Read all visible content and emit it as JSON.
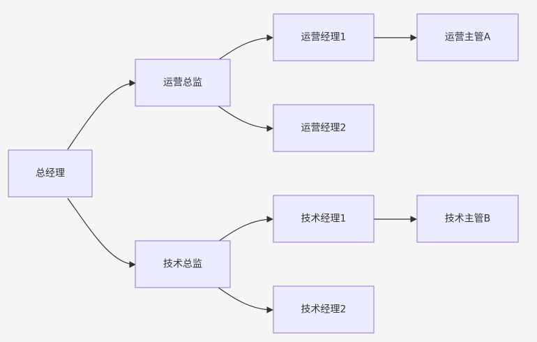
{
  "diagram": {
    "type": "org-chart",
    "direction": "left-to-right",
    "colors": {
      "background": "#f5f5f5",
      "node_fill": "#ececff",
      "node_border": "#9370db",
      "edge": "#333333",
      "text": "#333333"
    },
    "nodes": {
      "gm": {
        "label": "总经理"
      },
      "ops_director": {
        "label": "运营总监"
      },
      "tech_director": {
        "label": "技术总监"
      },
      "ops_manager_1": {
        "label": "运营经理1"
      },
      "ops_manager_2": {
        "label": "运营经理2"
      },
      "tech_manager_1": {
        "label": "技术经理1"
      },
      "tech_manager_2": {
        "label": "技术经理2"
      },
      "ops_supervisor_a": {
        "label": "运营主管A"
      },
      "tech_supervisor_b": {
        "label": "技术主管B"
      }
    },
    "edges": [
      {
        "from": "gm",
        "to": "ops_director"
      },
      {
        "from": "gm",
        "to": "tech_director"
      },
      {
        "from": "ops_director",
        "to": "ops_manager_1"
      },
      {
        "from": "ops_director",
        "to": "ops_manager_2"
      },
      {
        "from": "tech_director",
        "to": "tech_manager_1"
      },
      {
        "from": "tech_director",
        "to": "tech_manager_2"
      },
      {
        "from": "ops_manager_1",
        "to": "ops_supervisor_a"
      },
      {
        "from": "tech_manager_1",
        "to": "tech_supervisor_b"
      }
    ]
  }
}
